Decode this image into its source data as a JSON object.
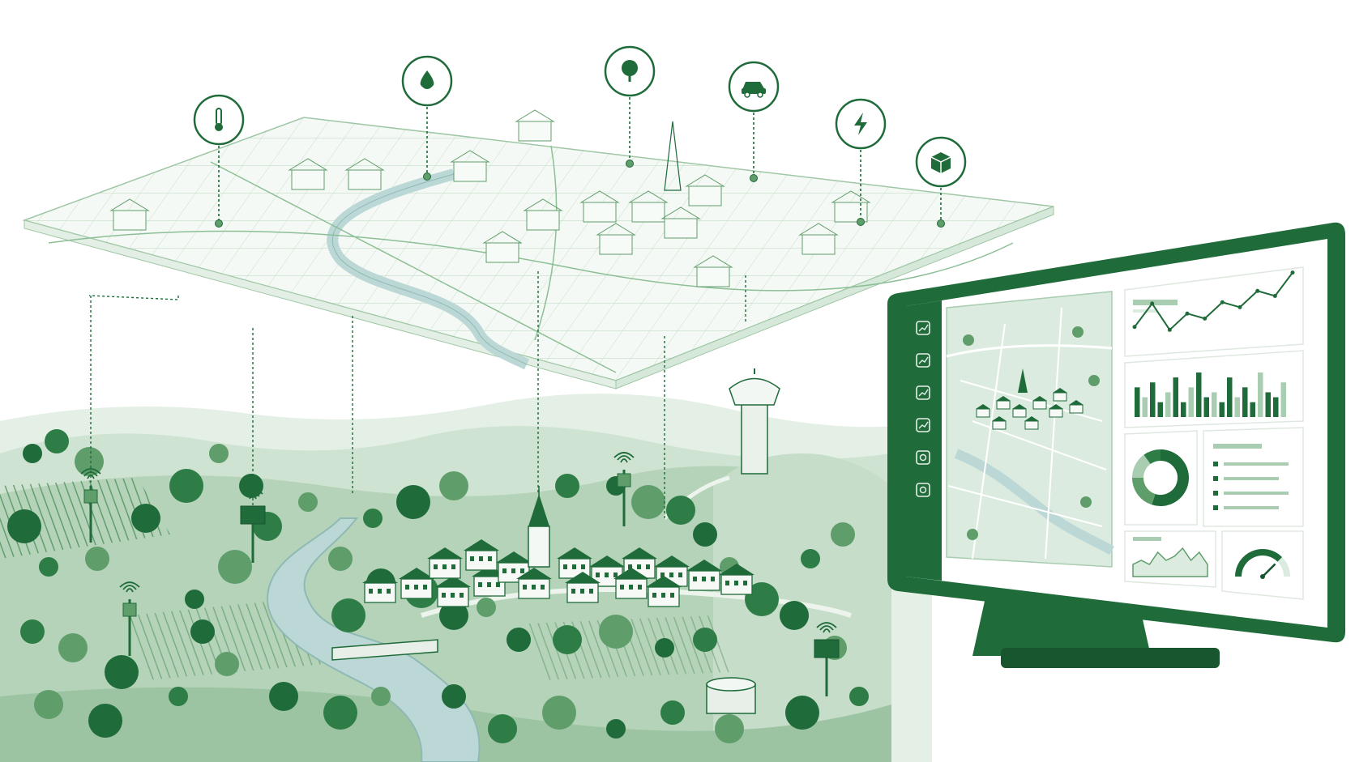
{
  "palette": {
    "primary": "#1f6b3a",
    "dark": "#17562e",
    "mid": "#5f9d6a",
    "light": "#a9cdb0",
    "pale": "#dcebdf",
    "water": "#bfd9d8",
    "grid": "#9fc7a6"
  },
  "sensor_icons": [
    {
      "name": "thermometer-icon"
    },
    {
      "name": "water-drop-icon"
    },
    {
      "name": "tree-icon"
    },
    {
      "name": "car-icon"
    },
    {
      "name": "lightning-icon"
    },
    {
      "name": "package-box-icon"
    }
  ],
  "dashboard": {
    "sidebar_icons": [
      "layers-icon",
      "edit-icon",
      "line-chart-icon",
      "analytics-icon",
      "gear-icon",
      "settings-icon"
    ],
    "line_chart": {
      "type": "line",
      "values": [
        3,
        6,
        2,
        4,
        3,
        5,
        4,
        6,
        5,
        8
      ]
    },
    "bar_chart": {
      "type": "bar",
      "values": [
        6,
        4,
        7,
        3,
        5,
        8,
        3,
        6,
        9,
        4,
        5,
        3,
        8,
        4,
        6,
        3,
        9,
        5,
        4,
        7
      ]
    },
    "donut_chart": {
      "type": "pie",
      "values": [
        55,
        20,
        15,
        10
      ]
    },
    "area_chart": {
      "type": "area",
      "values": [
        3,
        4,
        3,
        6,
        4,
        5,
        7,
        4,
        6,
        3
      ]
    },
    "gauge": {
      "value": 0.75
    }
  }
}
